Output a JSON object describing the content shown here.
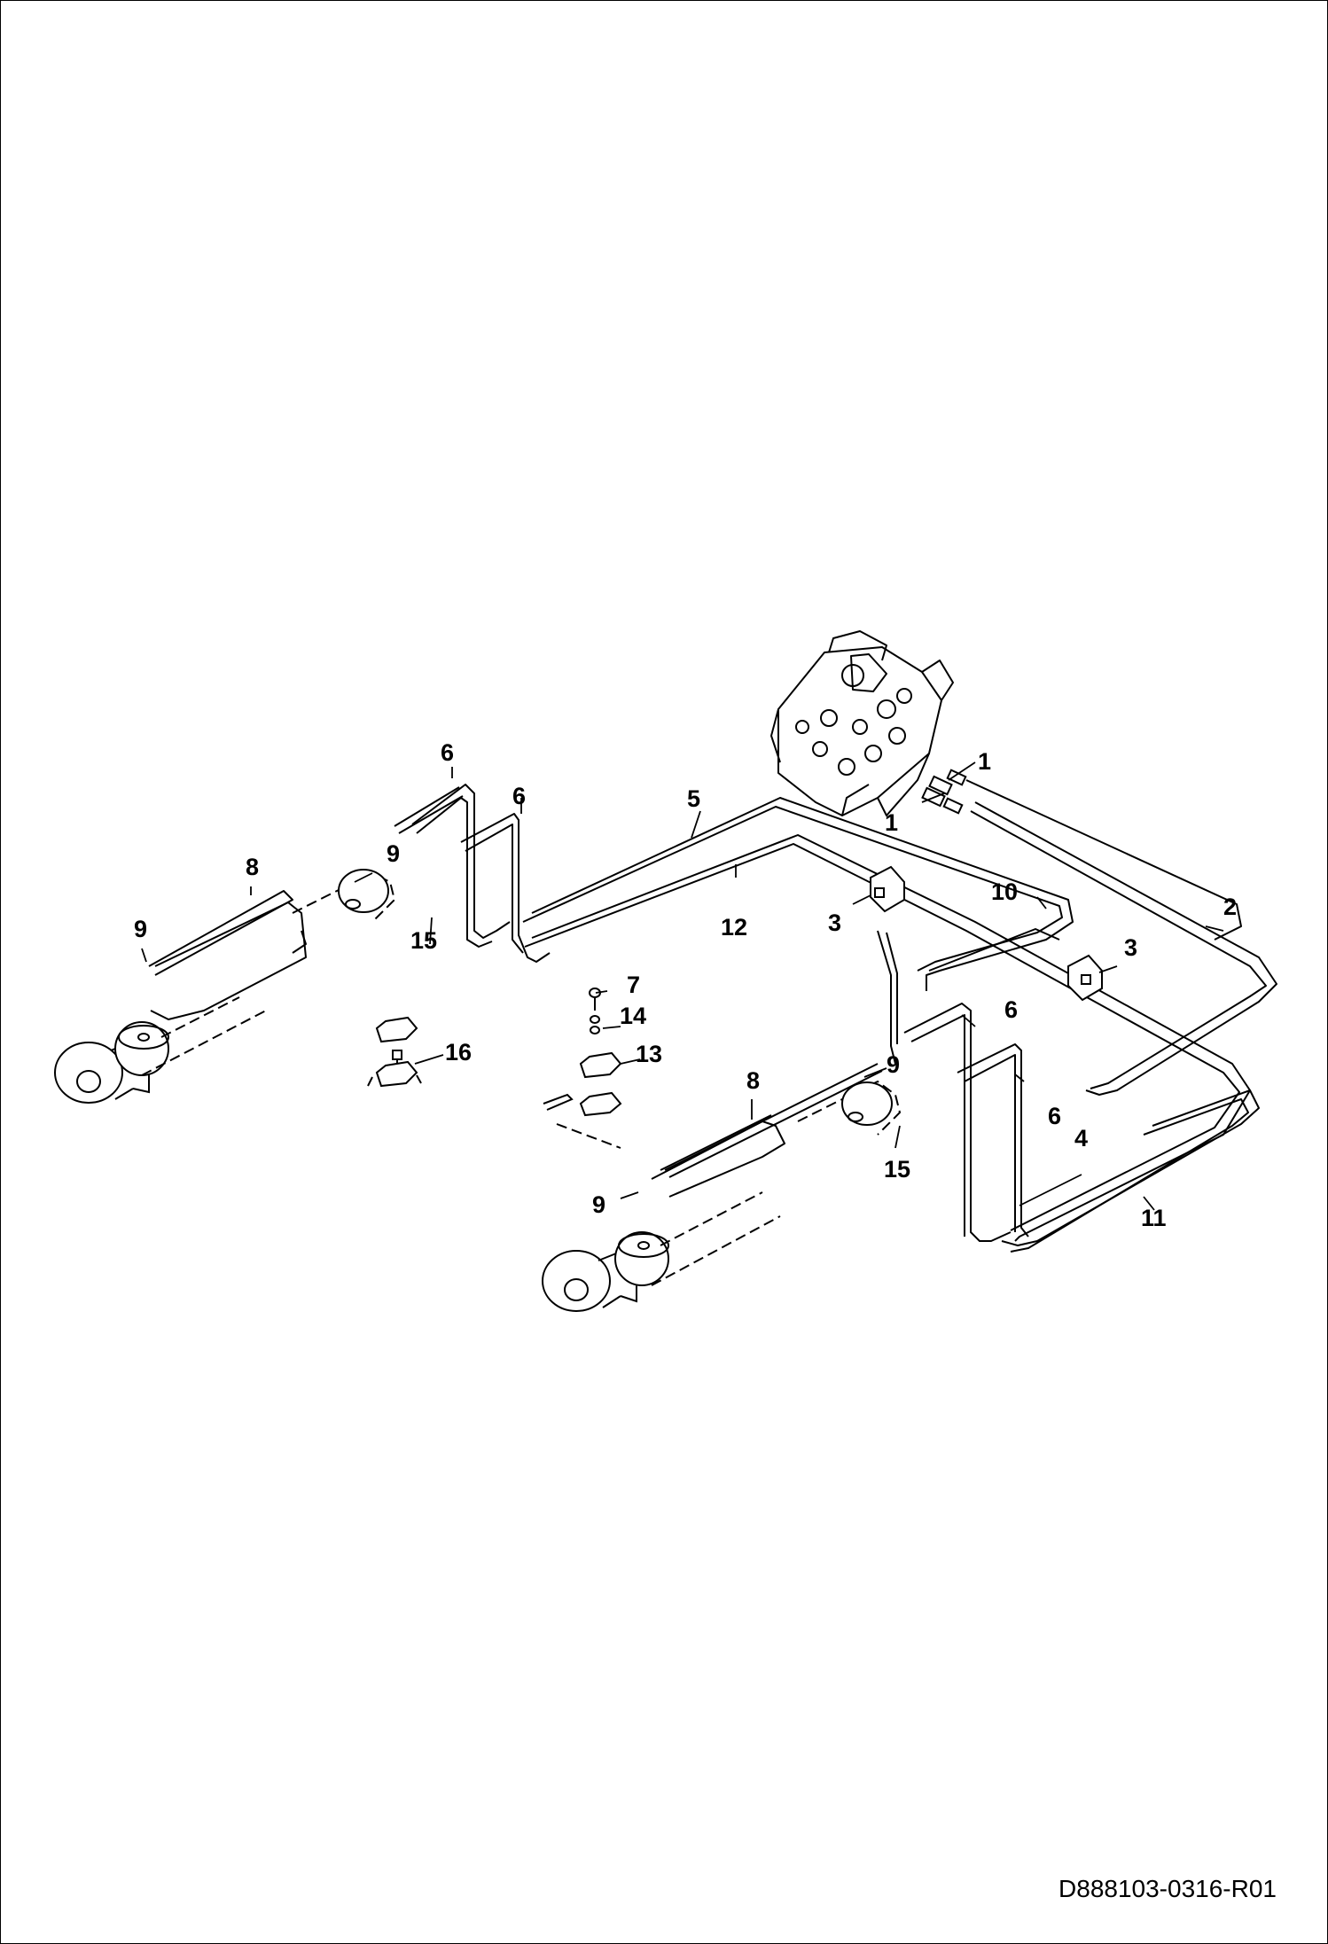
{
  "drawing_number": "D888103-0316-R01",
  "callouts": {
    "c1a": "1",
    "c1b": "1",
    "c2": "2",
    "c3a": "3",
    "c3b": "3",
    "c4": "4",
    "c5": "5",
    "c6a": "6",
    "c6b": "6",
    "c6c": "6",
    "c6d": "6",
    "c7": "7",
    "c8a": "8",
    "c8b": "8",
    "c9a": "9",
    "c9b": "9",
    "c9c": "9",
    "c9d": "9",
    "c10": "10",
    "c11": "11",
    "c12": "12",
    "c13": "13",
    "c14": "14",
    "c15a": "15",
    "c15b": "15",
    "c16": "16"
  }
}
